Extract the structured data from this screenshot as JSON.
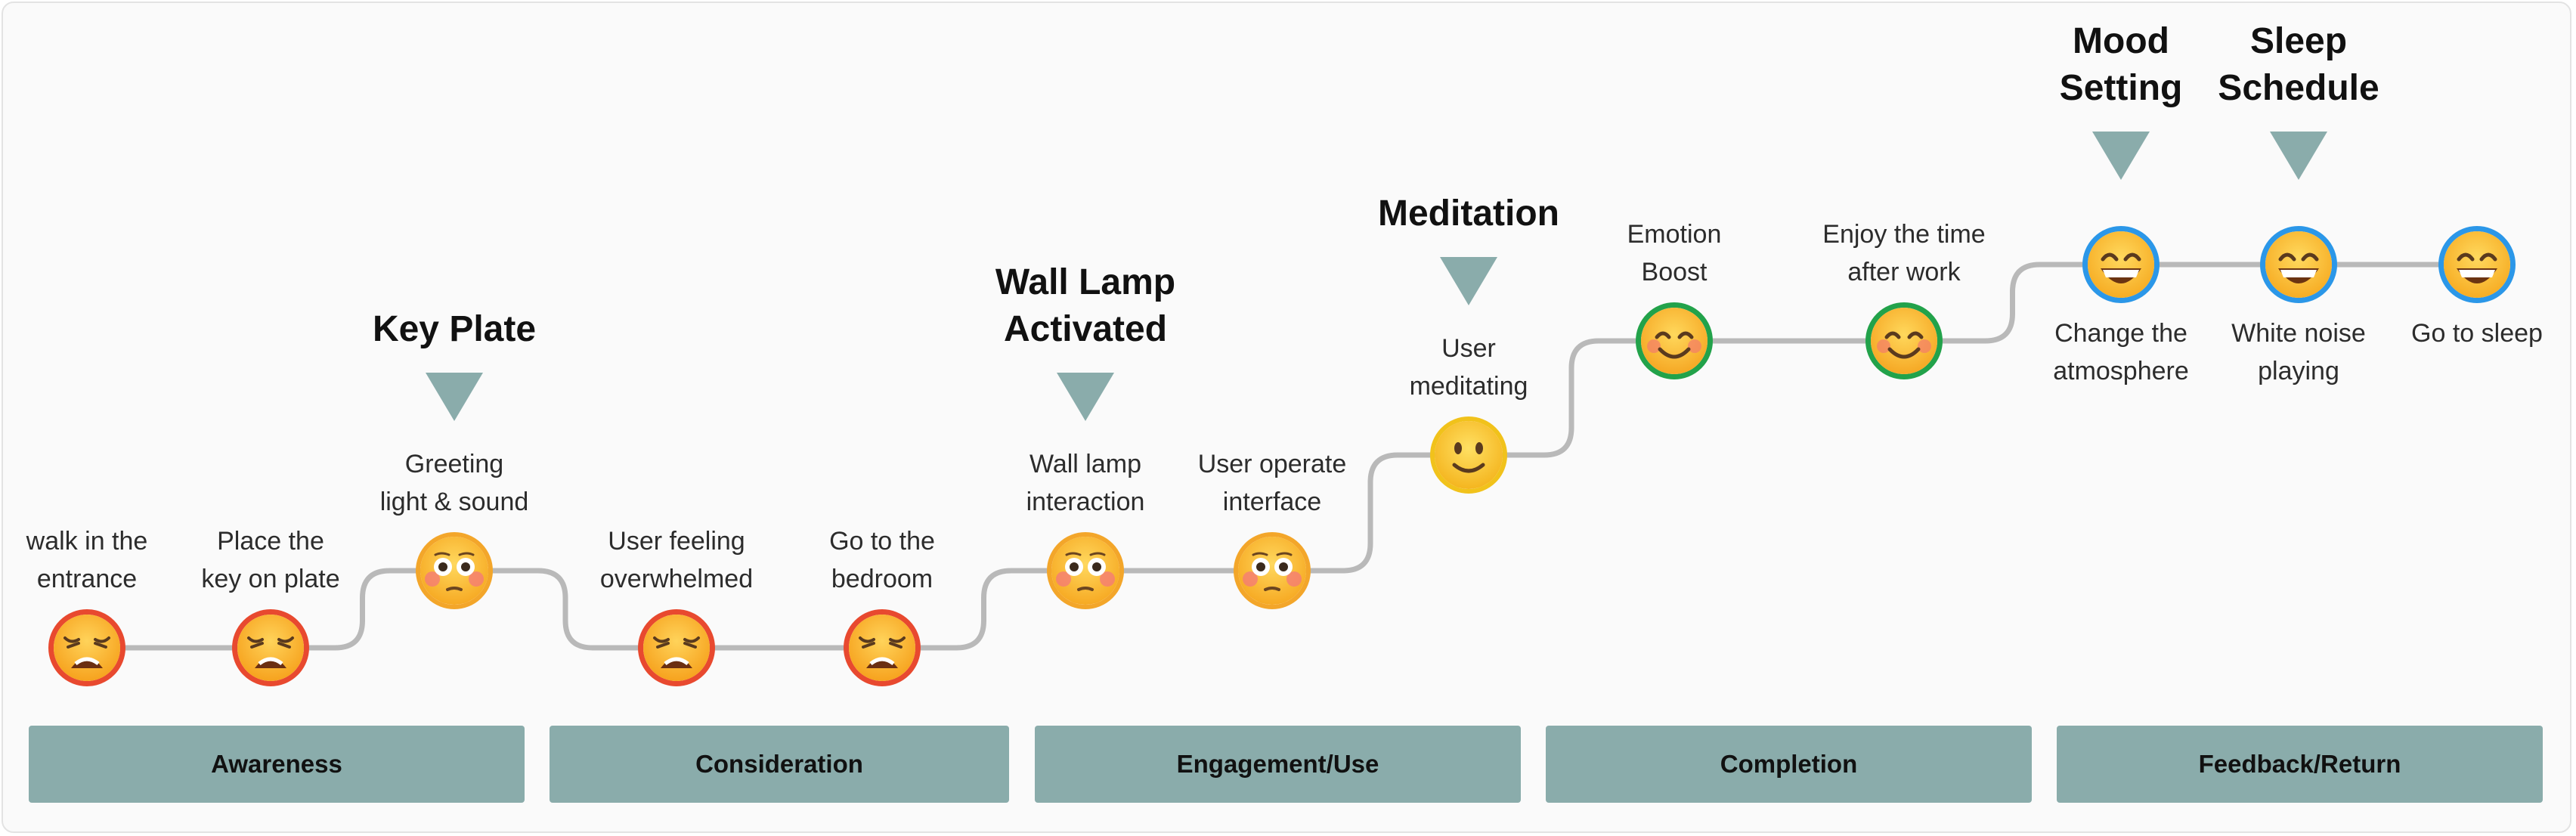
{
  "colors": {
    "connector": "#b9b9b9",
    "phase_fill": "#8aacab",
    "marker_fill": "#8aacab",
    "ring_distressed": "#e8492f",
    "ring_flushed": "#f3a62a",
    "ring_neutral": "#f1c21b",
    "ring_happy": "#22a24a",
    "ring_joyful": "#2b97e8"
  },
  "steps": [
    {
      "label": "walk in the\nentrance",
      "emotion": "weary-face-icon",
      "level": 1
    },
    {
      "label": "Place the\nkey on plate",
      "emotion": "weary-face-icon",
      "level": 1
    },
    {
      "label": "Greeting\nlight & sound",
      "emotion": "flushed-face-icon",
      "level": 2
    },
    {
      "label": "User feeling\noverwhelmed",
      "emotion": "weary-face-icon",
      "level": 1
    },
    {
      "label": "Go to the\nbedroom",
      "emotion": "weary-face-icon",
      "level": 1
    },
    {
      "label": "Wall lamp\ninteraction",
      "emotion": "flushed-face-icon",
      "level": 2
    },
    {
      "label": "User operate\ninterface",
      "emotion": "flushed-face-icon",
      "level": 2
    },
    {
      "label": "User\nmeditating",
      "emotion": "slightly-smiling-face-icon",
      "level": 3
    },
    {
      "label": "Emotion\nBoost",
      "emotion": "smiling-face-icon",
      "level": 4
    },
    {
      "label": "Enjoy the time\nafter work",
      "emotion": "smiling-face-icon",
      "level": 4
    },
    {
      "label": "Change the\natmosphere",
      "emotion": "grinning-face-icon",
      "level": 5
    },
    {
      "label": "White noise\nplaying",
      "emotion": "grinning-face-icon",
      "level": 5
    },
    {
      "label": "Go to sleep",
      "emotion": "grinning-face-icon",
      "level": 5
    }
  ],
  "touchpoints": [
    {
      "title": "Key Plate",
      "step": 2
    },
    {
      "title": "Wall Lamp\nActivated",
      "step": 5
    },
    {
      "title": "Meditation",
      "step": 7
    },
    {
      "title": "Mood\nSetting",
      "step": 10
    },
    {
      "title": "Sleep\nSchedule",
      "step": 11
    }
  ],
  "phases": [
    {
      "label": "Awareness"
    },
    {
      "label": "Consideration"
    },
    {
      "label": "Engagement/Use"
    },
    {
      "label": "Completion"
    },
    {
      "label": "Feedback/Return"
    }
  ]
}
